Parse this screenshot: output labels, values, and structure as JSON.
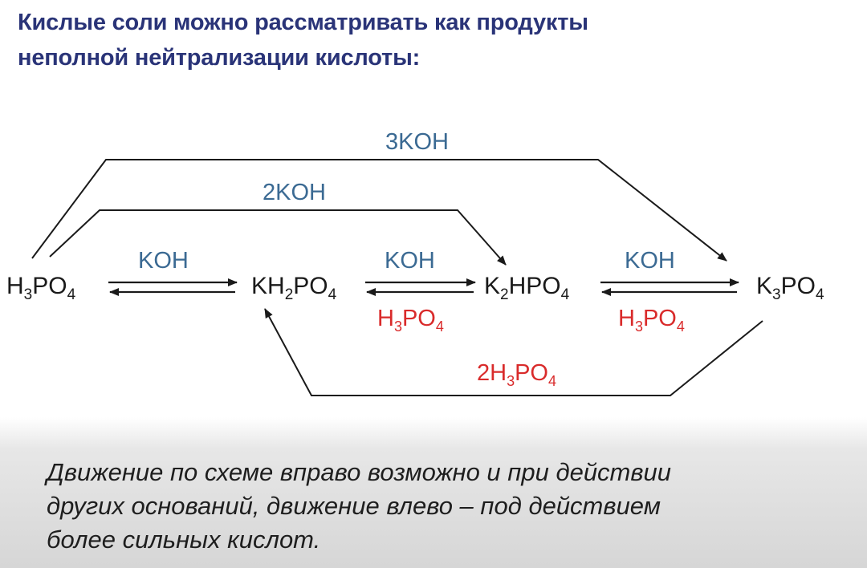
{
  "slide": {
    "heading_line1": "Кислые соли можно рассматривать как продукты",
    "heading_line2": "неполной нейтрализации кислоты:",
    "footer_line1": "Движение по схеме вправо возможно и при действии",
    "footer_line2": "других оснований, движение влево – под действием",
    "footer_line3": "более сильных кислот."
  },
  "scheme": {
    "compounds": {
      "h3po4": [
        "H",
        "3",
        "PO",
        "4"
      ],
      "kh2po4": [
        "KH",
        "2",
        "PO",
        "4"
      ],
      "k2hpo4": [
        "K",
        "2",
        "HPO",
        "4"
      ],
      "k3po4": [
        "K",
        "3",
        "PO",
        "4"
      ]
    },
    "reagents": {
      "koh": "KOH",
      "koh_2": "2KOH",
      "koh_3": "3KOH",
      "acid": [
        "H",
        "3",
        "PO",
        "4"
      ],
      "acid_2": [
        "2H",
        "3",
        "PO",
        "4"
      ]
    },
    "colors": {
      "base_reagent": "#3b6a93",
      "acid_reagent": "#d92b2b",
      "arrows": "#1a1a1a",
      "heading": "#2a3478"
    }
  }
}
